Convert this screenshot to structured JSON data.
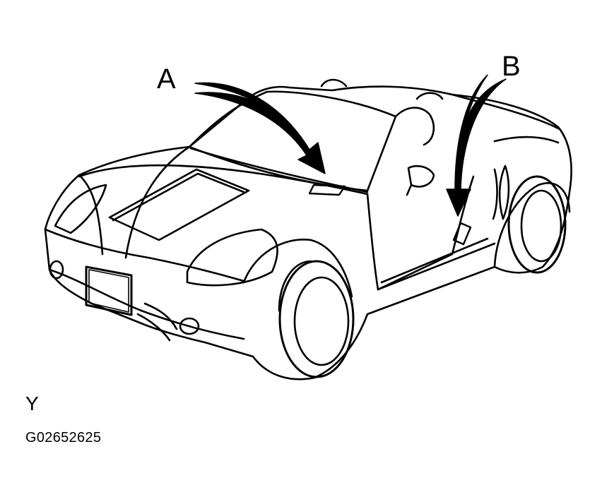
{
  "callouts": {
    "a": "A",
    "b": "B"
  },
  "footer": {
    "symbol": "Y",
    "figure_code": "G02652625"
  },
  "colors": {
    "ink": "#000000",
    "paper": "#ffffff"
  }
}
